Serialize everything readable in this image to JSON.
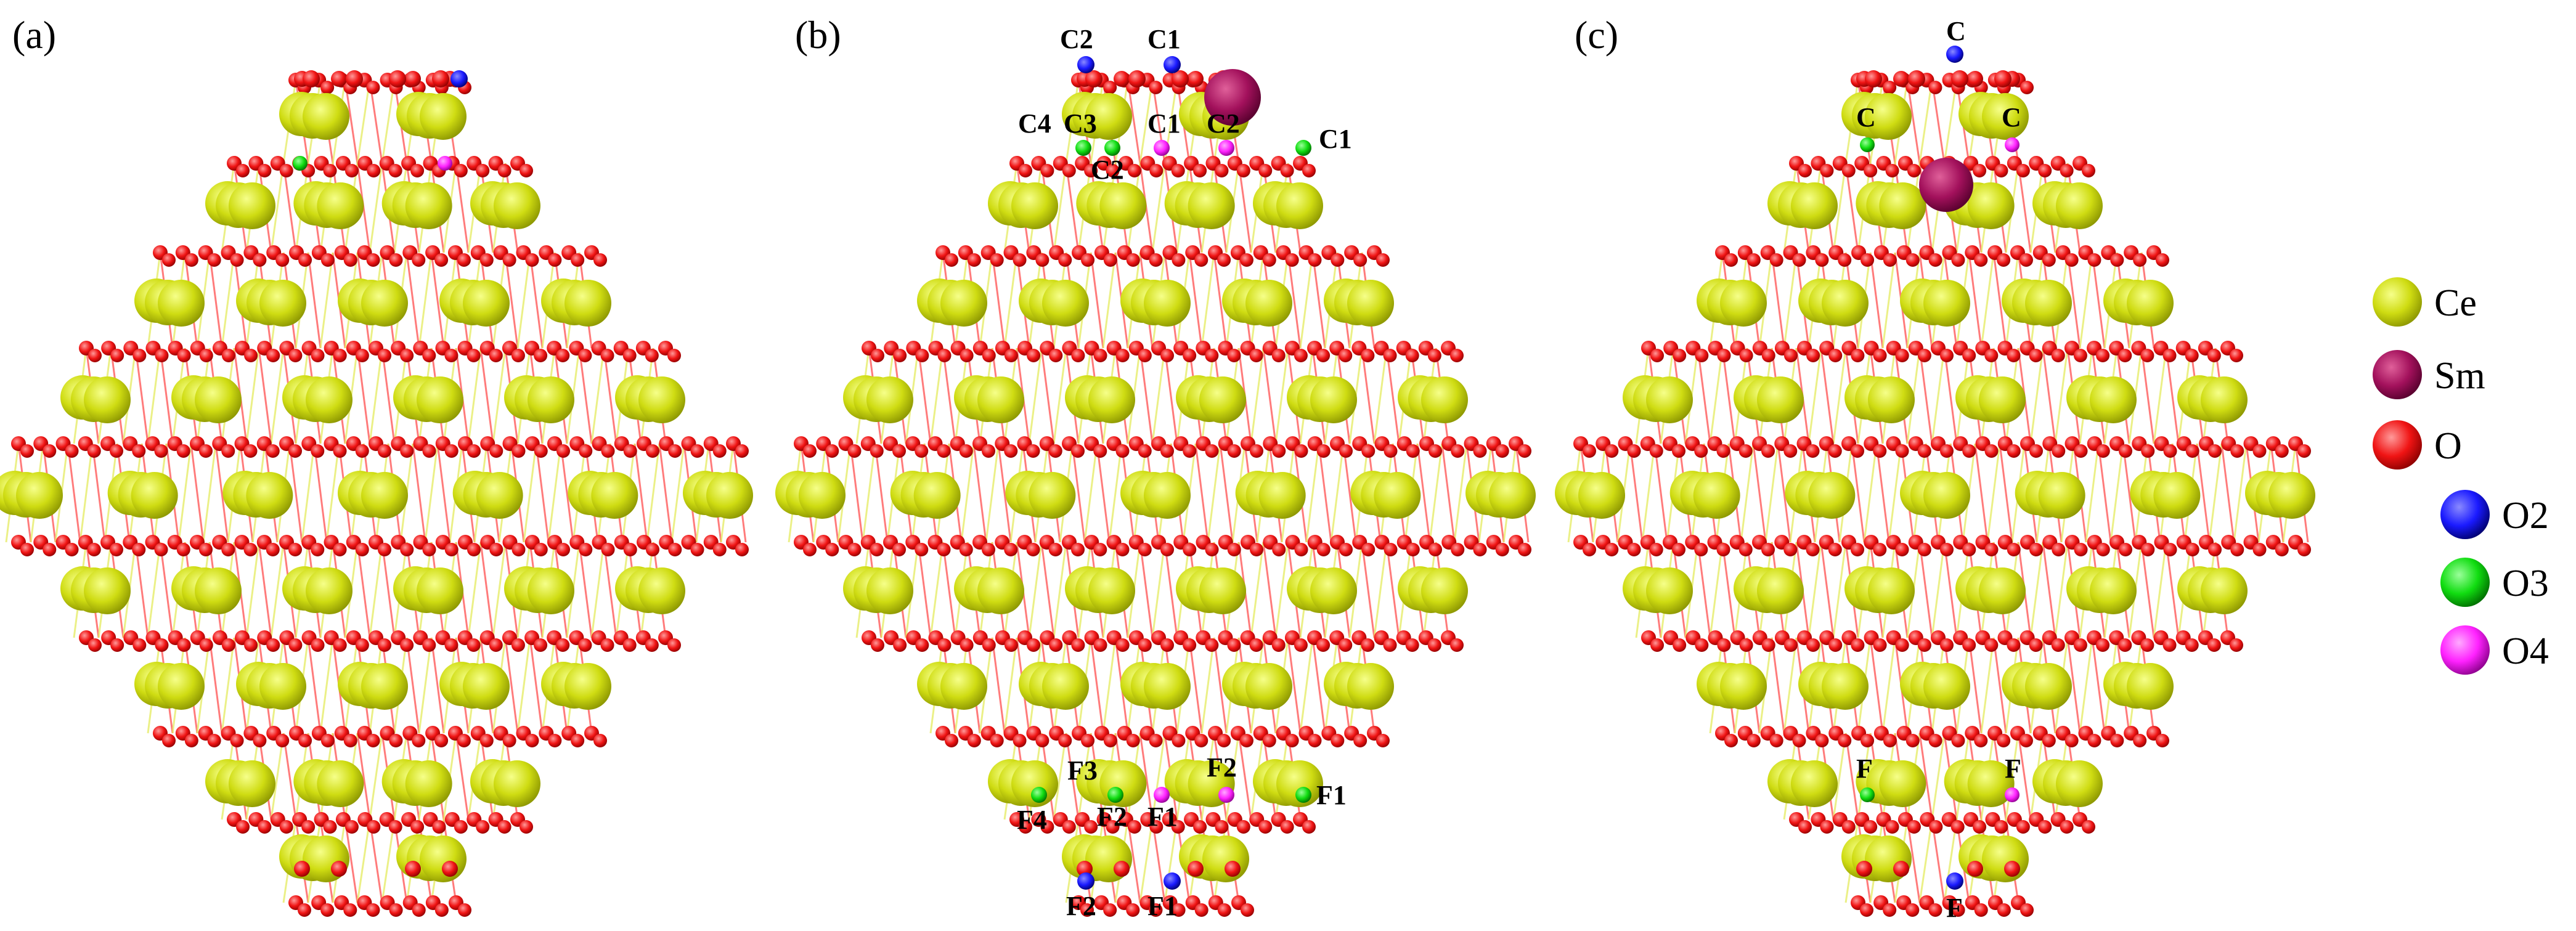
{
  "panels": [
    {
      "id": "a",
      "label": "(a)",
      "dopant": false,
      "top_o2": "right",
      "site_labels": []
    },
    {
      "id": "b",
      "label": "(b)",
      "dopant": true,
      "site_labels": [
        "C2",
        "C1",
        "C4",
        "C3",
        "C1",
        "C2",
        "C1",
        "C2",
        "F3",
        "F2",
        "F4",
        "F2",
        "F1",
        "F1",
        "F2",
        "F1"
      ]
    },
    {
      "id": "c",
      "label": "(c)",
      "dopant": true,
      "site_labels": [
        "C",
        "C",
        "C",
        "F",
        "F",
        "F"
      ]
    }
  ],
  "legend": [
    {
      "name": "Ce",
      "color": "#ccdd11"
    },
    {
      "name": "Sm",
      "color": "#a3115c"
    },
    {
      "name": "O",
      "color": "#ff1a1a"
    },
    {
      "name": "O2",
      "color": "#1a1aff"
    },
    {
      "name": "O3",
      "color": "#11dd11"
    },
    {
      "name": "O4",
      "color": "#ff22ff"
    }
  ],
  "colors": {
    "bond": "#ff4a4a",
    "bond2": "#d8e64a"
  }
}
